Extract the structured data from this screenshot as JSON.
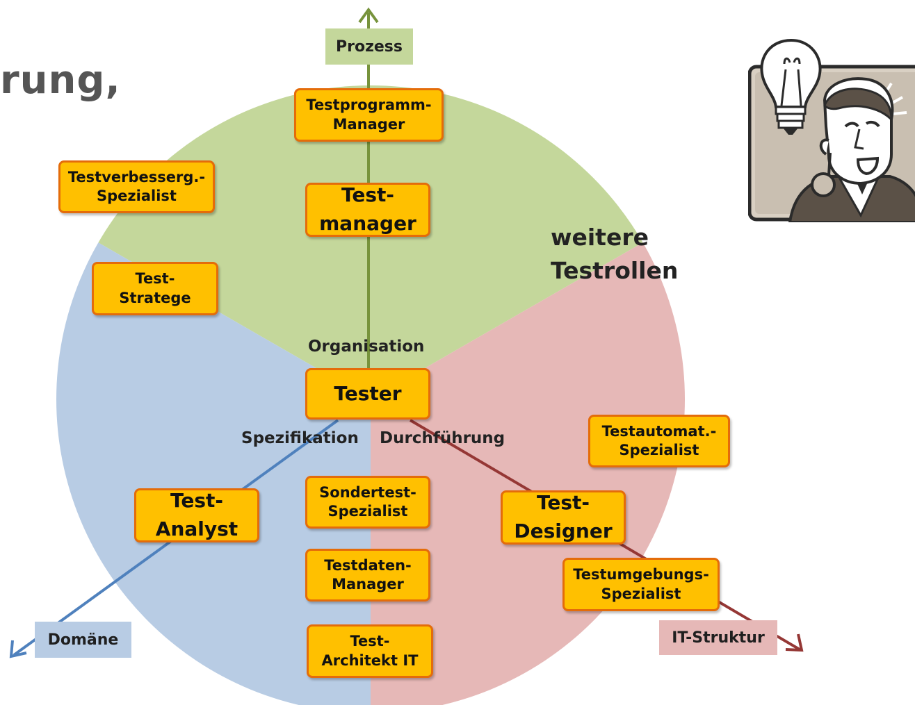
{
  "heading": "rung,",
  "colors": {
    "green_sector": "#c4d79b",
    "blue_sector": "#b8cce4",
    "red_sector": "#e6b8b7",
    "box_fill": "#ffc000",
    "box_border": "#e46c0a",
    "prozess_arrow": "#77933c",
    "domaene_arrow": "#4f81bd",
    "it_arrow": "#953735"
  },
  "axes": {
    "prozess": "Prozess",
    "domaene": "Domäne",
    "it_struktur": "IT-Struktur"
  },
  "labels": {
    "organisation": "Organisation",
    "spezifikation": "Spezifikation",
    "durchfuehrung": "Durchführung",
    "weitere_line1": "weitere",
    "weitere_line2": "Testrollen"
  },
  "roles": {
    "testprogramm_manager": [
      "Testprogramm-",
      "Manager"
    ],
    "testmanager": [
      "Test-",
      "manager"
    ],
    "testverbesserung_spezialist": [
      "Testverbesserg.-",
      "Spezialist"
    ],
    "test_stratege": [
      "Test-",
      "Stratege"
    ],
    "tester": [
      "Tester"
    ],
    "test_analyst": [
      "Test-",
      "Analyst"
    ],
    "sondertest_spezialist": [
      "Sondertest-",
      "Spezialist"
    ],
    "testdaten_manager": [
      "Testdaten-",
      "Manager"
    ],
    "test_architekt_it": [
      "Test-",
      "Architekt IT"
    ],
    "test_designer": [
      "Test-",
      "Designer"
    ],
    "testautomat_spezialist": [
      "Testautomat.-",
      "Spezialist"
    ],
    "testumgebungs_spezialist": [
      "Testumgebungs-",
      "Spezialist"
    ]
  },
  "illustration_icon": "person-with-lightbulb-icon"
}
